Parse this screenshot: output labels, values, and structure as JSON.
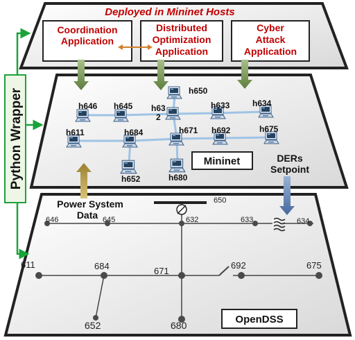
{
  "top_layer": {
    "title": "Deployed in Mininet Hosts",
    "apps": [
      {
        "line1": "Coordination",
        "line2": "Application",
        "line3": ""
      },
      {
        "line1": "Distributed",
        "line2": "Optimization",
        "line3": "Application"
      },
      {
        "line1": "Cyber",
        "line2": "Attack",
        "line3": "Application"
      }
    ]
  },
  "wrapper_label": "Python Wrapper",
  "mininet": {
    "label": "Mininet",
    "ders_line1": "DERs",
    "ders_line2": "Setpoint",
    "hosts": {
      "h650": "h650",
      "h646": "h646",
      "h645": "h645",
      "h632a": "h63",
      "h632b": "2",
      "h633": "h633",
      "h634": "h634",
      "h611": "h611",
      "h684": "h684",
      "h671": "h671",
      "h692": "h692",
      "h675": "h675",
      "h652": "h652",
      "h680": "h680"
    }
  },
  "power_data_line1": "Power System",
  "power_data_line2": "Data",
  "opendss": {
    "label": "OpenDSS",
    "buses": {
      "b650": "650",
      "b646": "646",
      "b645": "645",
      "b632": "632",
      "b633": "633",
      "b634": "634",
      "b611": "611",
      "b684": "684",
      "b671": "671",
      "b692": "692",
      "b675": "675",
      "b652": "652",
      "b680": "680"
    }
  },
  "colors": {
    "title_red": "#c00000",
    "green_arrow": "#6f8d4b",
    "gold_arrow": "#b59a45",
    "blue_arrow": "#5b7db0",
    "wrapper_green": "#1aa33a",
    "link_blue": "#9fc3e6",
    "orange_arrow": "#d07f2c"
  }
}
